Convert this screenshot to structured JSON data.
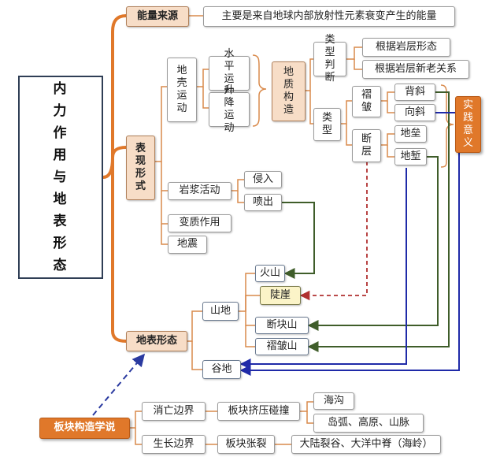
{
  "title": "内力作用与地表形态",
  "nodes": {
    "energy": "能量来源",
    "energy_desc": "主要是来自地球内部放射性元素衰变产生的能量",
    "forms": "表现形式",
    "crust": "地壳运动",
    "horizontal": "水平运动",
    "vertical": "升降运动",
    "geo": "地质构造",
    "type_judge": "类型判断",
    "by_shape": "根据岩层形态",
    "by_age": "根据岩层新老关系",
    "type": "类型",
    "fold": "褶皱",
    "anticline": "背斜",
    "syncline": "向斜",
    "fault": "断层",
    "horst": "地垒",
    "graben": "地堑",
    "practice": "实践意义",
    "magma": "岩浆活动",
    "intrusion": "侵入",
    "eruption": "喷出",
    "meta": "变质作用",
    "quake": "地震",
    "landform": "地表形态",
    "volcano": "火山",
    "cliff": "陡崖",
    "mountain": "山地",
    "block_mtn": "断块山",
    "fold_mtn": "褶皱山",
    "valley": "谷地",
    "plate": "板块构造学说",
    "destructive": "消亡边界",
    "collision": "板块挤压碰撞",
    "trench": "海沟",
    "islands": "岛弧、高原、山脉",
    "constructive": "生长边界",
    "tension": "板块张裂",
    "rift": "大陆裂谷、大洋中脊（海岭）"
  },
  "colors": {
    "trunk": "#e0782a",
    "connector": "#d98a4c",
    "green_arrow": "#3f5d2a",
    "blue_arrow": "#1f2aa8",
    "red_dashed": "#b03030",
    "blue_dashed": "#2a3aa0"
  }
}
